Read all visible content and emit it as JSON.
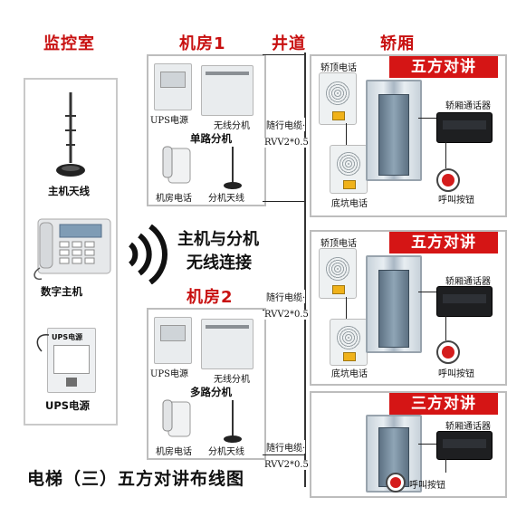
{
  "headers": {
    "control_room": "监控室",
    "machine_room1": "机房1",
    "shaft": "井道",
    "car": "轿厢"
  },
  "control_room": {
    "antenna": "主机天线",
    "host": "数字主机",
    "ups": "UPS电源",
    "ups_device_text": "UPS电源"
  },
  "wireless": {
    "line1": "主机与分机",
    "line2": "无线连接"
  },
  "machine_room1": {
    "ups": "UPS电源",
    "ext": "无线分机",
    "type": "单路分机",
    "phone": "机房电话",
    "antenna": "分机天线"
  },
  "machine_room2": {
    "title": "机房2",
    "ups": "UPS电源",
    "ext": "无线分机",
    "type": "多路分机",
    "phone": "机房电话",
    "antenna": "分机天线"
  },
  "cable": {
    "label1": "随行电缆·",
    "label2": "RVV2*0.5"
  },
  "sections": [
    {
      "badge": "五方对讲",
      "top_phone": "轿顶电话",
      "pit_phone": "底坑电话",
      "car_intercom": "轿厢通话器",
      "call_button": "呼叫按钮"
    },
    {
      "badge": "五方对讲",
      "top_phone": "轿顶电话",
      "pit_phone": "底坑电话",
      "car_intercom": "轿厢通话器",
      "call_button": "呼叫按钮"
    },
    {
      "badge": "三方对讲",
      "car_intercom": "轿厢通话器",
      "call_button": "呼叫按钮"
    }
  ],
  "footer": {
    "title": "电梯（三）五方对讲布线图"
  },
  "colors": {
    "accent_red": "#d51515",
    "header_red": "#c81010",
    "frame_gray": "#bdbdbd"
  }
}
